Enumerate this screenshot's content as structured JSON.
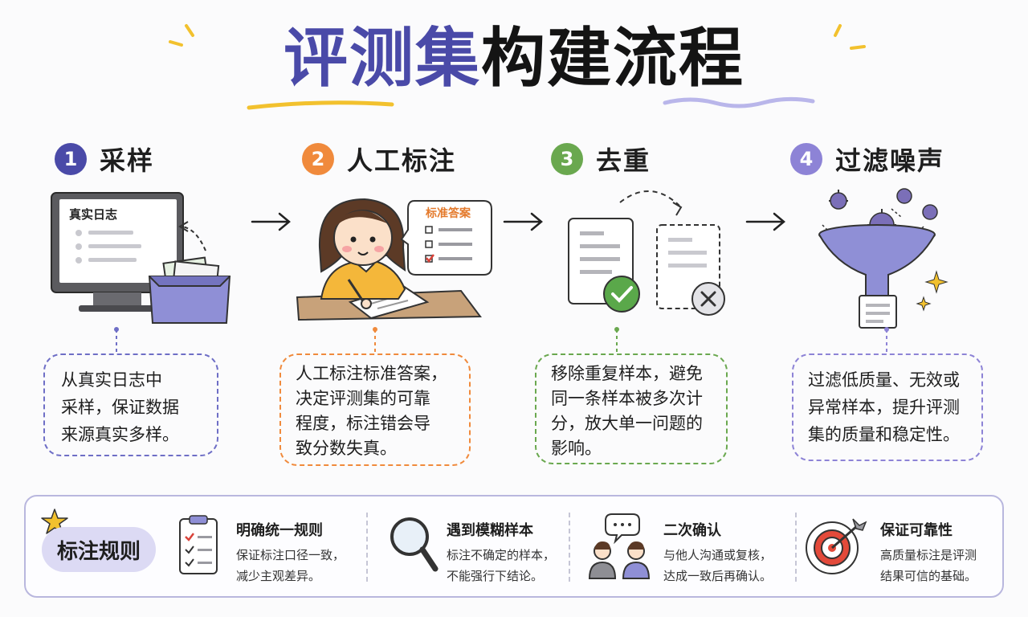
{
  "title": {
    "part_highlight": "评测集",
    "part_rest": "构建流程"
  },
  "steps": [
    {
      "num": "1",
      "title": "采样",
      "color": "#4a4aa8",
      "illustration_label": "真实日志",
      "desc": [
        "从真实日志中",
        "采样，保证数据",
        "来源真实多样。"
      ]
    },
    {
      "num": "2",
      "title": "人工标注",
      "color": "#f08a3c",
      "illustration_label": "标准答案",
      "desc": [
        "人工标注标准答案，",
        "决定评测集的可靠",
        "程度，标注错会导",
        "致分数失真。"
      ]
    },
    {
      "num": "3",
      "title": "去重",
      "color": "#6aa84f",
      "desc": [
        "移除重复样本，避免",
        "同一条样本被多次计",
        "分，放大单一问题的",
        "影响。"
      ]
    },
    {
      "num": "4",
      "title": "过滤噪声",
      "color": "#8d83d6",
      "desc": [
        "过滤低质量、无效或",
        "异常样本，提升评测",
        "集的质量和稳定性。"
      ]
    }
  ],
  "rules": {
    "label": "标注规则",
    "items": [
      {
        "icon": "checklist-icon",
        "title": "明确统一规则",
        "text": [
          "保证标注口径一致，",
          "减少主观差异。"
        ]
      },
      {
        "icon": "magnifier-icon",
        "title": "遇到模糊样本",
        "text": [
          "标注不确定的样本，",
          "不能强行下结论。"
        ]
      },
      {
        "icon": "people-talk-icon",
        "title": "二次确认",
        "text": [
          "与他人沟通或复核，",
          "达成一致后再确认。"
        ]
      },
      {
        "icon": "target-icon",
        "title": "保证可靠性",
        "text": [
          "高质量标注是评测",
          "结果可信的基础。"
        ]
      }
    ]
  }
}
